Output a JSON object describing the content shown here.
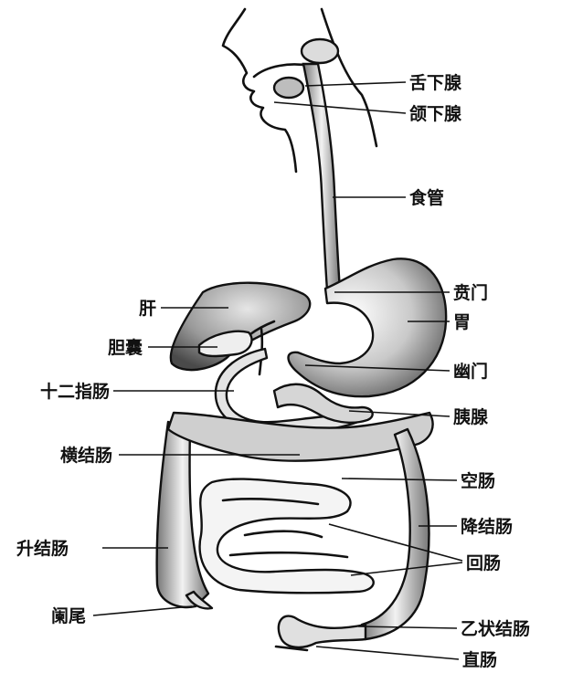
{
  "labels": {
    "sublingual_gland": "舌下腺",
    "submandibular_gland": "颌下腺",
    "esophagus": "食管",
    "liver": "肝",
    "cardia": "贲门",
    "stomach": "胃",
    "gallbladder": "胆囊",
    "pylorus": "幽门",
    "duodenum": "十二指肠",
    "pancreas": "胰腺",
    "transverse_colon": "横结肠",
    "jejunum": "空肠",
    "descending_colon": "降结肠",
    "ascending_colon": "升结肠",
    "ileum": "回肠",
    "appendix": "阑尾",
    "sigmoid_colon": "乙状结肠",
    "rectum": "直肠"
  }
}
